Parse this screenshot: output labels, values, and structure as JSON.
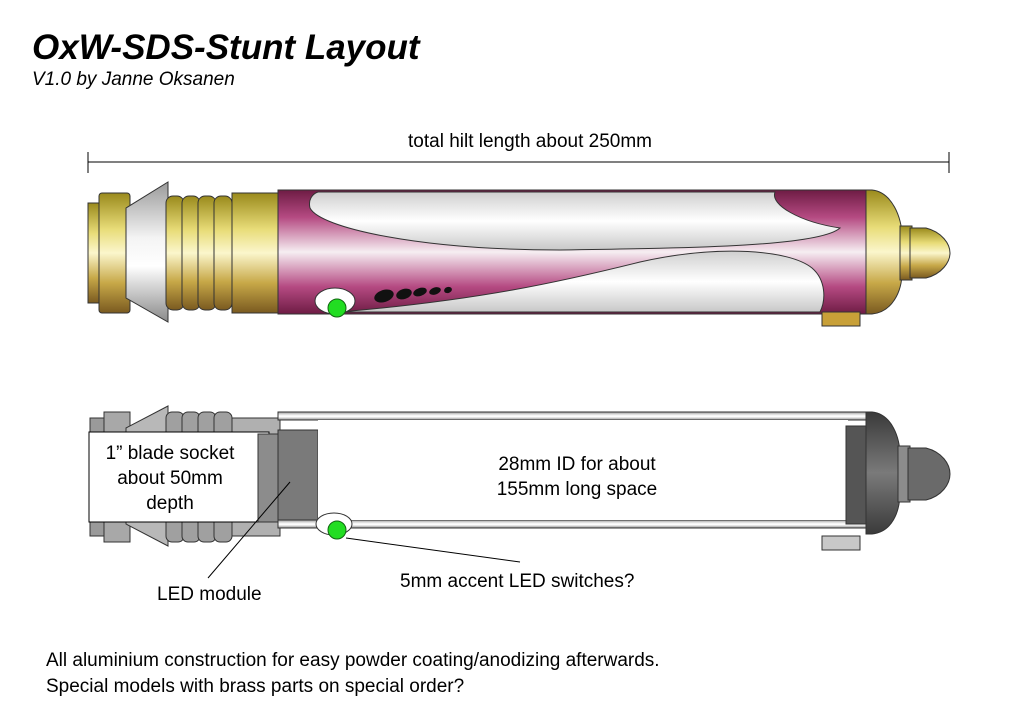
{
  "title": "OxW-SDS-Stunt Layout",
  "subtitle": "V1.0 by Janne Oksanen",
  "dimension": {
    "total_length_label": "total hilt length about 250mm"
  },
  "section_labels": {
    "blade_socket": [
      "1” blade socket",
      "about 50mm",
      "depth"
    ],
    "inner_space": [
      "28mm ID for about",
      "155mm long space"
    ],
    "led_module": "LED module",
    "accent_switches": "5mm accent LED switches?"
  },
  "notes": [
    "All aluminium construction for easy powder coating/anodizing afterwards.",
    "Special models with brass parts on special order?"
  ],
  "colors": {
    "body_magenta": "#8b2656",
    "body_highlight": "#f0eef0",
    "brass": "#c8b42c",
    "silver": "#d6d6d6",
    "accent_led": "#22dd22",
    "section_grey": "#8c8c8c",
    "section_dark": "#555555"
  }
}
